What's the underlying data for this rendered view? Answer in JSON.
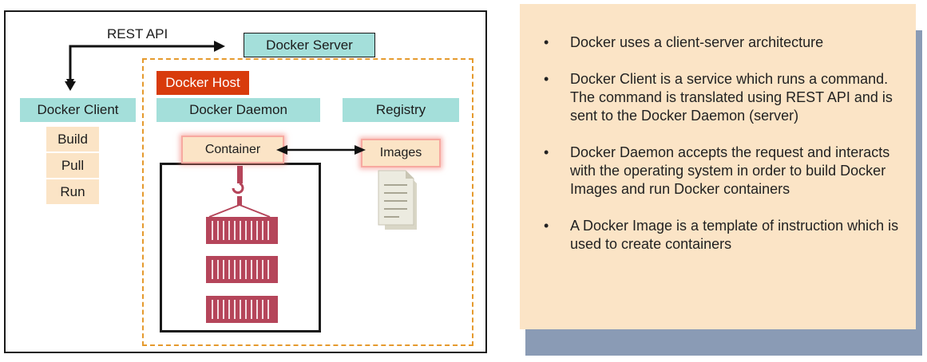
{
  "diagram": {
    "rest_api_label": "REST API",
    "docker_server": "Docker Server",
    "docker_host": "Docker Host",
    "docker_client": "Docker Client",
    "docker_daemon": "Docker Daemon",
    "registry": "Registry",
    "client_commands": [
      "Build",
      "Pull",
      "Run"
    ],
    "container": "Container",
    "images": "Images",
    "icons": [
      "crane-hook-icon",
      "shipping-container-icon",
      "document-icon"
    ],
    "colors": {
      "teal": "#a4dfda",
      "peach": "#fbe4c6",
      "host_tag": "#d83b0c",
      "host_border": "#e59a2e",
      "container_red": "#b5455a",
      "notes_shadow": "#8a9bb5"
    }
  },
  "notes": [
    "Docker uses a client-server architecture",
    "Docker Client is a service which runs a command. The command is translated using REST API and is sent to the Docker Daemon (server)",
    "Docker Daemon accepts the request and interacts with the operating system in order to build Docker Images and run Docker containers",
    "A Docker Image is a template of instruction which is used to create containers"
  ]
}
